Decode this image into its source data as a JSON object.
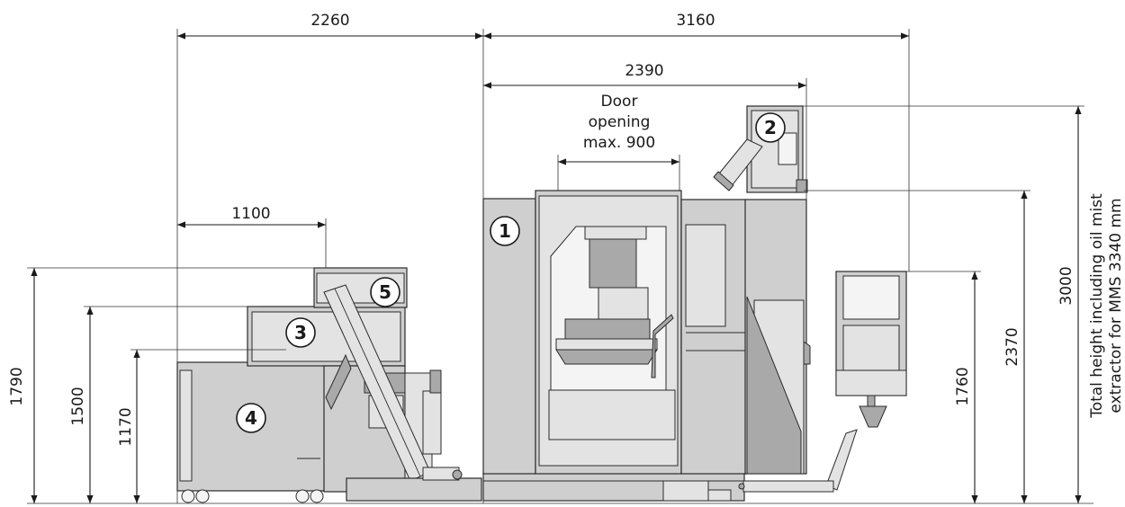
{
  "dimensions": {
    "width_total_left": "2260",
    "width_total_right": "3160",
    "width_machine": "2390",
    "door_opening_line1": "Door",
    "door_opening_line2": "opening",
    "door_opening_line3": "max. 900",
    "width_chip_cart": "1100",
    "height_1790": "1790",
    "height_1500": "1500",
    "height_1170": "1170",
    "height_1760": "1760",
    "height_2370": "2370",
    "height_3000": "3000"
  },
  "note": {
    "line1": "Total height including oil mist",
    "line2": "extractor for MMS 3340 mm"
  },
  "callouts": [
    "1",
    "2",
    "3",
    "4",
    "5"
  ],
  "colors": {
    "line": "#1a1a1a",
    "machine_fill": "#cfcfcf",
    "machine_light": "#e3e3e3",
    "machine_dark": "#a9a9a9"
  }
}
